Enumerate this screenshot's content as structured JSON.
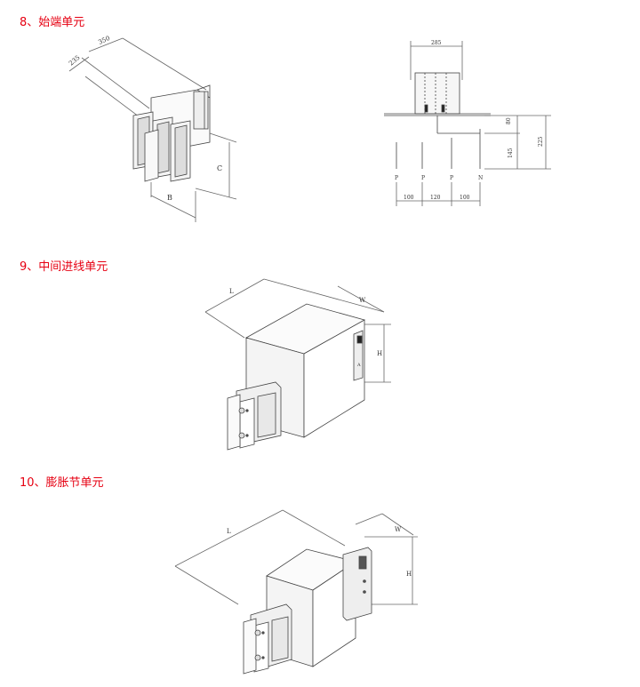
{
  "headings": {
    "s8": "8、始端单元",
    "s9": "9、中间进线单元",
    "s10": "10、膨胀节单元"
  },
  "fig8_iso": {
    "dim_a": "235",
    "dim_b": "350",
    "dim_c": "C",
    "dim_d": "B"
  },
  "fig8_front": {
    "dim_top": "285",
    "dim_80": "80",
    "dim_145": "145",
    "dim_225": "225",
    "phase_1": "P",
    "phase_2": "P",
    "phase_3": "P",
    "phase_4": "N",
    "spacing_1": "100",
    "spacing_2": "120",
    "spacing_3": "100"
  },
  "fig9": {
    "dim_l": "L",
    "dim_w": "W",
    "dim_h": "H",
    "side_mark": "A"
  },
  "fig10": {
    "dim_l": "L",
    "dim_w": "W",
    "dim_h": "H"
  },
  "colors": {
    "heading": "#e60012",
    "line": "#444444"
  }
}
